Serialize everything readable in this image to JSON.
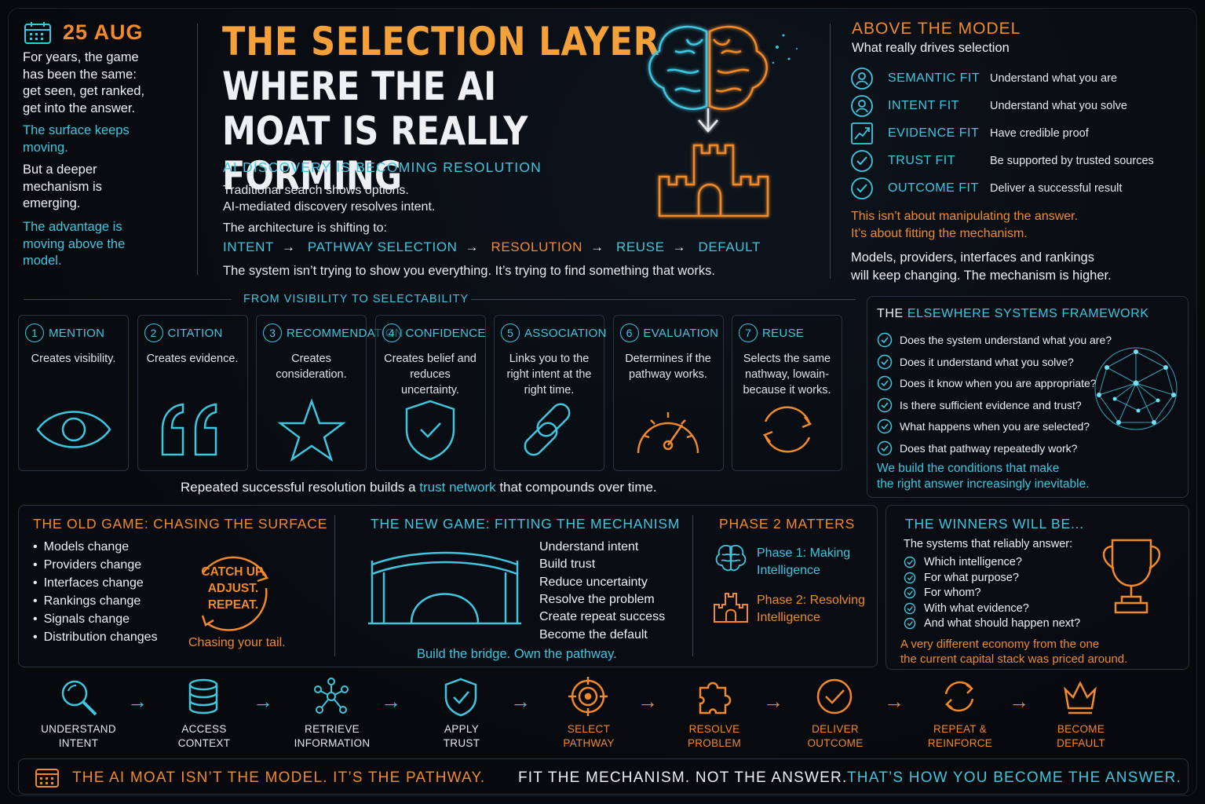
{
  "date": "25 AUG",
  "left": {
    "p1": "For years, the game has been the same: get seen, get ranked, get into the answer.",
    "p2": "The surface keeps moving.",
    "p3": "But a deeper mechanism is emerging.",
    "p4": "The advantage is moving above the model."
  },
  "title": {
    "line1": "THE SELECTION LAYER",
    "line2": "WHERE THE AI MOAT IS REALLY FORMING",
    "sub": "AI DISCOVERY IS BECOMING RESOLUTION"
  },
  "intro": {
    "l1": "Traditional search shows options.",
    "l2": "AI-mediated discovery resolves intent.",
    "l3": "The architecture is shifting to:",
    "l4": "The system isn’t trying to show you everything. It’s trying to find something that works."
  },
  "flow": {
    "a": "INTENT",
    "b": "PATHWAY SELECTION",
    "c": "RESOLUTION",
    "d": "REUSE",
    "e": "DEFAULT",
    "arrow": "→"
  },
  "above": {
    "title": "ABOVE THE MODEL",
    "sub": "What really drives selection",
    "fits": [
      {
        "name": "SEMANTIC FIT",
        "desc": "Understand what you are",
        "icon": "person-icon"
      },
      {
        "name": "INTENT FIT",
        "desc": "Understand what you solve",
        "icon": "person-icon"
      },
      {
        "name": "EVIDENCE FIT",
        "desc": "Have credible proof",
        "icon": "chart-up-icon"
      },
      {
        "name": "TRUST FIT",
        "desc": "Be supported by trusted sources",
        "icon": "check-circle-icon"
      },
      {
        "name": "OUTCOME FIT",
        "desc": "Deliver a successful result",
        "icon": "check-circle-icon"
      }
    ],
    "warn1": "This isn’t about manipulating the answer.",
    "warn2": "It’s about fitting the mechanism.",
    "note1": "Models, providers, interfaces and rankings",
    "note2": "will keep changing. The mechanism is higher."
  },
  "section": "FROM VISIBILITY TO SELECTABILITY",
  "cards": [
    {
      "n": "1",
      "t": "MENTION",
      "b": "Creates visibility.",
      "icon": "eye-icon"
    },
    {
      "n": "2",
      "t": "CITATION",
      "b": "Creates evidence.",
      "icon": "quote-icon"
    },
    {
      "n": "3",
      "t": "RECOMMENDATION",
      "b": "Creates consideration.",
      "icon": "star-icon"
    },
    {
      "n": "4",
      "t": "CONFIDENCE",
      "b": "Creates belief and reduces uncertainty.",
      "icon": "shield-icon"
    },
    {
      "n": "5",
      "t": "ASSOCIATION",
      "b": "Links you to the right intent at the right time.",
      "icon": "link-icon"
    },
    {
      "n": "6",
      "t": "EVALUATION",
      "b": "Determines if the pathway works.",
      "icon": "gauge-icon"
    },
    {
      "n": "7",
      "t": "REUSE",
      "b": "Selects the same nathway, lowain- because it works.",
      "icon": "cycle-icon"
    }
  ],
  "repeat": {
    "a": "Repeated successful resolution builds a ",
    "b": "trust network",
    "c": " that compounds over time."
  },
  "framework": {
    "t1": "THE ",
    "t2": "ELSEWHERE SYSTEMS FRAMEWORK",
    "qs": [
      "Does the system understand what you are?",
      "Does it understand what you solve?",
      "Does it know when you are appropriate?",
      "Is there sufficient evidence and trust?",
      "What happens when you are selected?",
      "Does that pathway repeatedly work?"
    ],
    "c1": "We build the conditions that make",
    "c2": "the right answer increasingly inevitable."
  },
  "old": {
    "title": "THE OLD GAME: CHASING THE SURFACE",
    "items": [
      "Models change",
      "Providers change",
      "Interfaces change",
      "Rankings change",
      "Signals change",
      "Distribution changes"
    ],
    "c1": "CATCH UP.",
    "c2": "ADJUST.",
    "c3": "REPEAT.",
    "tail": "Chasing your tail."
  },
  "new": {
    "title": "THE NEW GAME: FITTING THE MECHANISM",
    "items": [
      "Understand intent",
      "Build trust",
      "Reduce uncertainty",
      "Resolve the problem",
      "Create repeat success",
      "Become the default"
    ],
    "tag": "Build the bridge. Own the pathway."
  },
  "phase": {
    "title": "PHASE 2 MATTERS",
    "p1a": "Phase 1: Making",
    "p1b": "Intelligence",
    "p2a": "Phase 2: Resolving",
    "p2b": "Intelligence"
  },
  "winners": {
    "title": "THE WINNERS WILL BE...",
    "sub": "The systems that reliably answer:",
    "items": [
      "Which intelligence?",
      "For what purpose?",
      "For whom?",
      "With what evidence?",
      "And what should happen next?"
    ],
    "c1": "A very different economy from the one",
    "c2": "the current capital stack was priced around."
  },
  "steps": [
    {
      "a": "UNDERSTAND",
      "b": "INTENT"
    },
    {
      "a": "ACCESS",
      "b": "CONTEXT"
    },
    {
      "a": "RETRIEVE",
      "b": "INFORMATION"
    },
    {
      "a": "APPLY",
      "b": "TRUST"
    },
    {
      "a": "SELECT",
      "b": "PATHWAY"
    },
    {
      "a": "RESOLVE",
      "b": "PROBLEM"
    },
    {
      "a": "DELIVER",
      "b": "OUTCOME"
    },
    {
      "a": "REPEAT &",
      "b": "REINFORCE"
    },
    {
      "a": "BECOME",
      "b": "DEFAULT"
    }
  ],
  "footer": {
    "a": "THE AI MOAT ISN’T THE MODEL. IT’S THE PATHWAY.",
    "b": "FIT THE MECHANISM. NOT THE ANSWER.",
    "c": "THAT’S HOW YOU BECOME THE ANSWER."
  },
  "colors": {
    "cyan": "#3fc6df",
    "orange": "#f08a2c",
    "yellow": "#f5a13a",
    "bg": "#07090d"
  }
}
